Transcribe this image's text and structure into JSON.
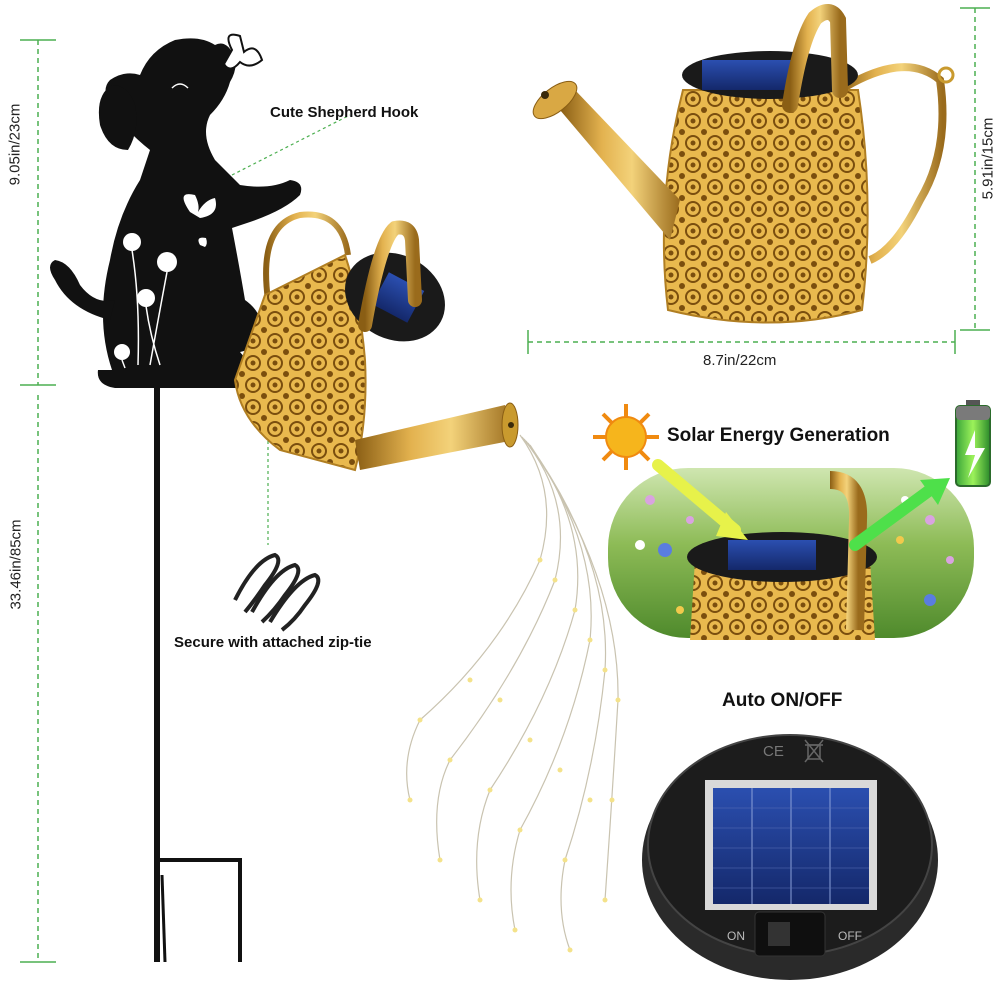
{
  "labels": {
    "hook": "Cute Shepherd Hook",
    "zip": "Secure with attached zip-tie",
    "solar": "Solar Energy Generation",
    "auto": "Auto ON/OFF",
    "on": "ON",
    "off": "OFF",
    "ce": "CE"
  },
  "dimensions": {
    "top_height": "9.05in/23cm",
    "total_height": "33.46in/85cm",
    "can_height": "5.91in/15cm",
    "can_length": "8.7in/22cm"
  },
  "colors": {
    "dimension_line": "#4caf50",
    "gold": "#c99a2e",
    "silhouette": "#111111",
    "solar_panel": "#1f3b8c"
  }
}
